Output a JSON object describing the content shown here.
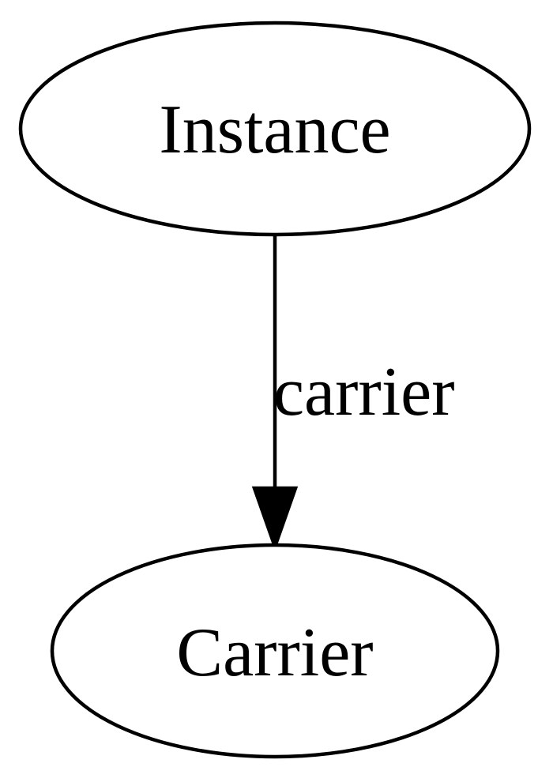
{
  "diagram": {
    "nodes": [
      {
        "id": "instance",
        "label": "Instance"
      },
      {
        "id": "carrier",
        "label": "Carrier"
      }
    ],
    "edges": [
      {
        "from": "instance",
        "to": "carrier",
        "label": "carrier"
      }
    ]
  }
}
